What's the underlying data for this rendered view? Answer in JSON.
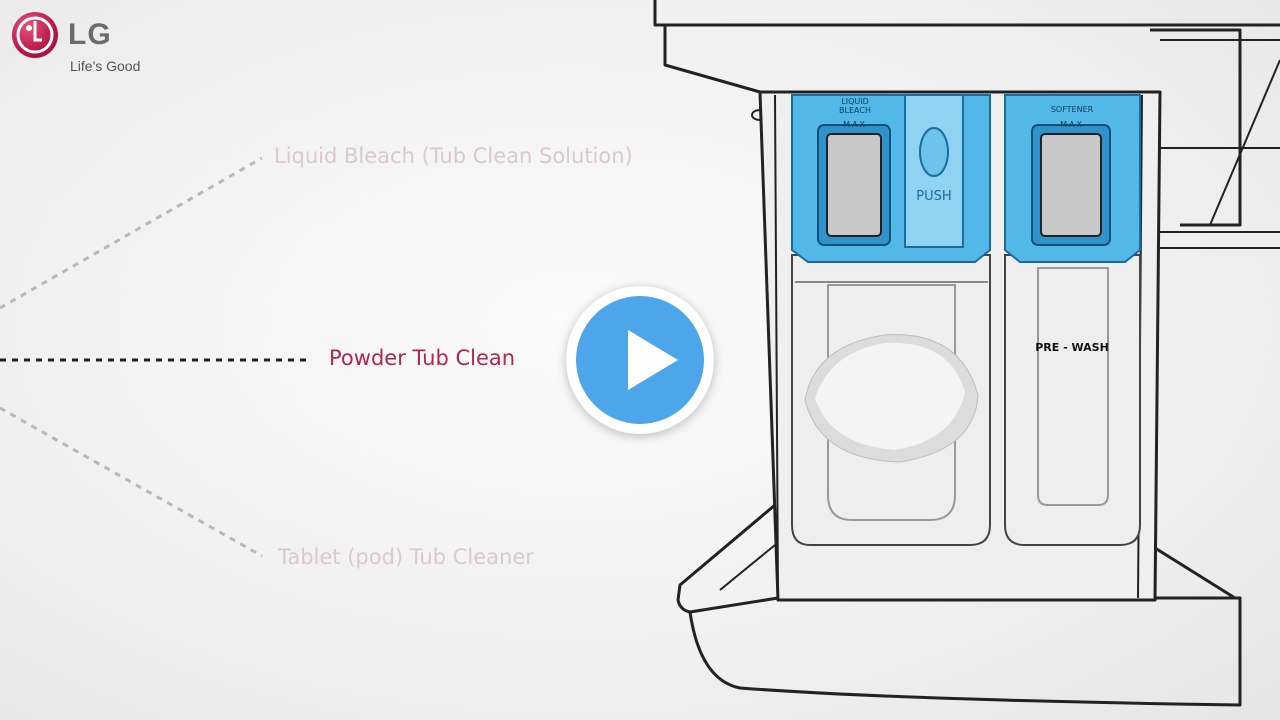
{
  "brand": {
    "logo_text": "LG",
    "tagline": "Life's Good",
    "logo_color": "#b5174a"
  },
  "options": [
    {
      "label": "Liquid Bleach (Tub Clean Solution)",
      "state": "faded"
    },
    {
      "label": "Powder Tub Clean",
      "state": "active"
    },
    {
      "label": "Tablet (pod) Tub Cleaner",
      "state": "faded"
    }
  ],
  "dispenser": {
    "left_cup_label": "LIQUID BLEACH",
    "left_cup_label_line1": "LIQUID",
    "left_cup_label_line2": "BLEACH",
    "max_label_left": "MAX",
    "push_label": "PUSH",
    "softener_label": "SOFTENER",
    "max_label_right": "MAX",
    "prewash_label": "PRE - WASH"
  },
  "player": {
    "button_icon": "play-icon",
    "button_color": "#4ea6ea"
  },
  "colors": {
    "active_text": "#b0264e",
    "faded_text": "#dbc8cc",
    "cup_blue": "#52b8e8"
  }
}
